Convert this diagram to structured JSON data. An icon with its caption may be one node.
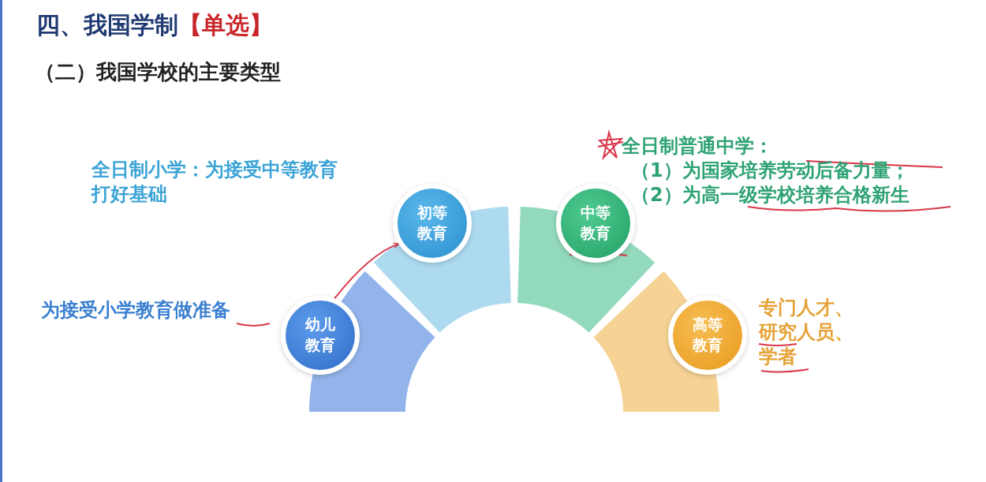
{
  "diagram": {
    "title": "四、我国学制",
    "nodes": [
      {
        "text": [
          "幼儿教育"
        ],
        "beside": [
          "为接受小学教育做准备"
        ]
      },
      {
        "text": [
          "初等教育"
        ],
        "beside": [
          "全日制小学：为接受中等教育打好基础"
        ]
      },
      {
        "text": [
          "中等教育"
        ],
        "beside": [
          "全日制普通中学：",
          "（1）为国家培养劳动后备力量；",
          "（2）为高一级学校培养合格新生"
        ]
      },
      {
        "text": [
          "高等教育"
        ],
        "beside": [
          "专门人才、研究人员、学者"
        ]
      }
    ],
    "edges": [
      {
        "from": 0,
        "to": 1,
        "arrow": "to",
        "color": "#d8374a"
      }
    ],
    "labels": [
      "【单选】",
      "（二）我国学校的主要类型"
    ]
  }
}
